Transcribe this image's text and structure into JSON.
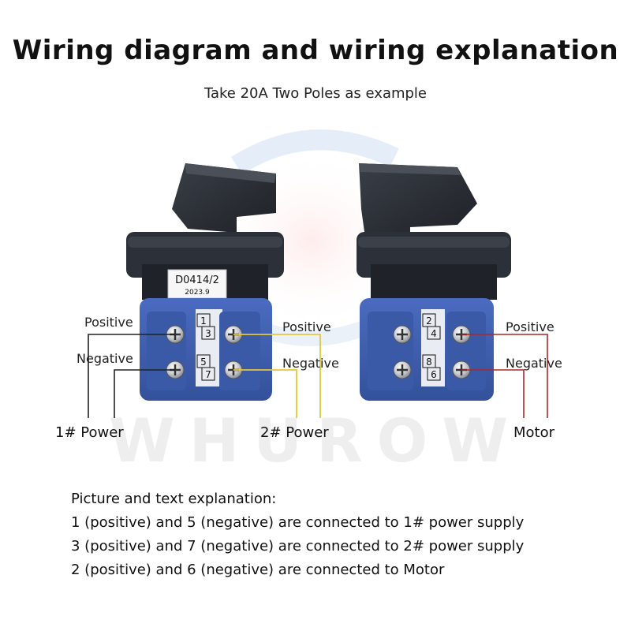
{
  "title": "Wiring diagram and wiring explanation",
  "subtitle": "Take 20A Two Poles as example",
  "watermark": "WHUROW",
  "left_switch": {
    "tag_model": "D0414/2",
    "tag_date": "2023.9",
    "terminals": [
      "1",
      "3",
      "5",
      "7"
    ]
  },
  "right_switch": {
    "terminals": [
      "2",
      "4",
      "8",
      "6"
    ]
  },
  "labels": {
    "left_positive": "Positive",
    "left_negative": "Negative",
    "mid_positive": "Positive",
    "mid_negative": "Negative",
    "right_positive": "Positive",
    "right_negative": "Negative",
    "power1": "1# Power",
    "power2": "2# Power",
    "motor": "Motor"
  },
  "explanation": {
    "heading": "Picture and text explanation:",
    "lines": [
      "1 (positive) and 5 (negative) are connected to 1# power supply",
      "3 (positive) and 7 (negative) are connected to 2# power supply",
      "2 (positive) and 6 (negative) are connected to Motor"
    ]
  },
  "colors": {
    "switch_body": "#3f5fb0",
    "switch_dark": "#2a2f38",
    "wire_black": "#222222",
    "wire_yellow": "#e6c63a",
    "wire_red": "#a82828"
  }
}
